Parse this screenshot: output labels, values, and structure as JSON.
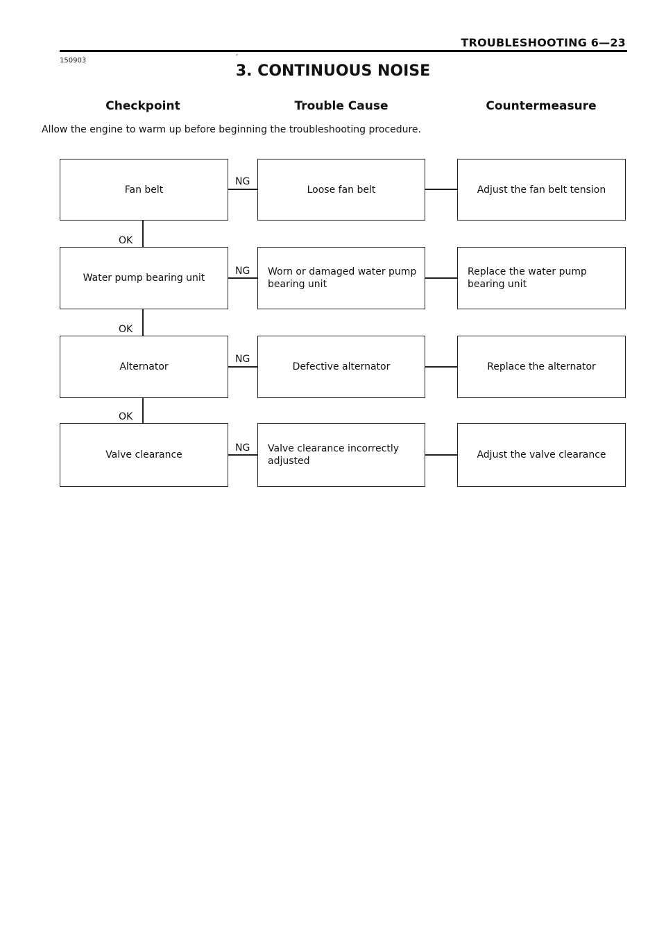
{
  "header": {
    "title": "TROUBLESHOOTING 6—23",
    "doc_code": "150903",
    "speck": "’"
  },
  "section_title": "3.  CONTINUOUS NOISE",
  "columns": {
    "checkpoint": "Checkpoint",
    "trouble_cause": "Trouble Cause",
    "countermeasure": "Countermeasure"
  },
  "intro": "Allow the engine to warm up before beginning the troubleshooting procedure.",
  "rows": [
    {
      "checkpoint": "Fan belt",
      "ng_label": "NG",
      "cause": "Loose fan belt",
      "countermeasure": "Adjust the fan belt tension",
      "ok_label": "OK"
    },
    {
      "checkpoint": "Water pump bearing unit",
      "ng_label": "NG",
      "cause": "Worn or damaged water pump bearing unit",
      "countermeasure": "Replace the water pump bearing unit",
      "ok_label": "OK"
    },
    {
      "checkpoint": "Alternator",
      "ng_label": "NG",
      "cause": "Defective alternator",
      "countermeasure": "Replace the alternator",
      "ok_label": "OK"
    },
    {
      "checkpoint": "Valve clearance",
      "ng_label": "NG",
      "cause": "Valve clearance incorrectly adjusted",
      "countermeasure": "Adjust the valve clearance"
    }
  ]
}
